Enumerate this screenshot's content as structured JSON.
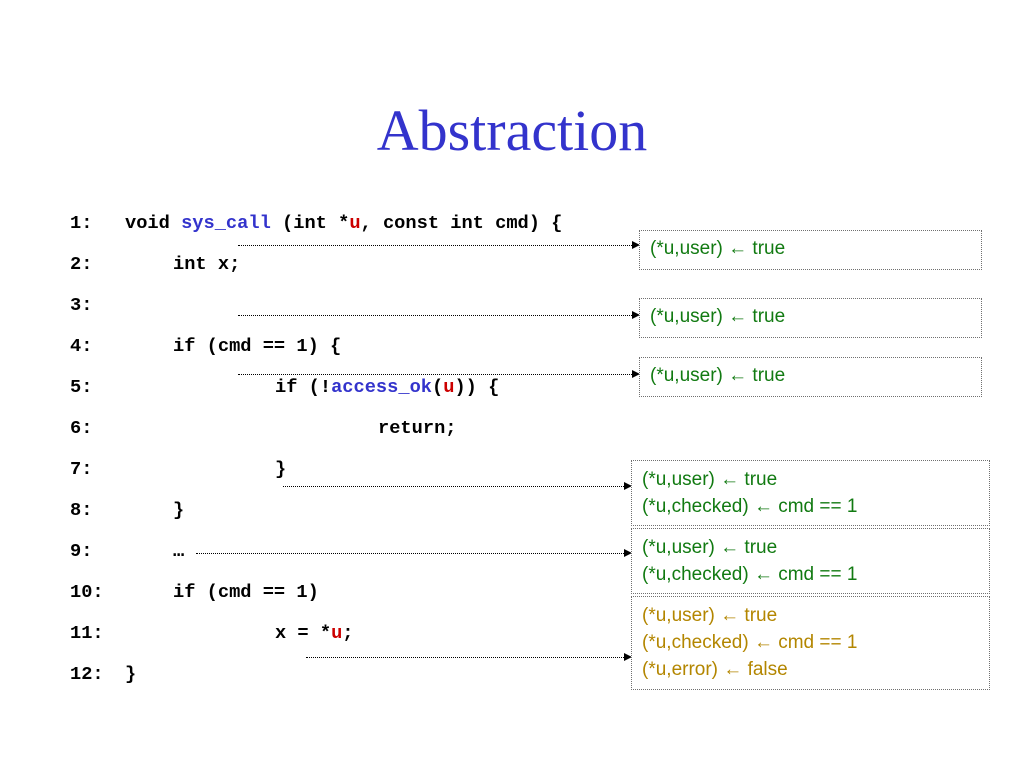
{
  "title": "Abstraction",
  "code": {
    "line_numbers": [
      "1:",
      "2:",
      "3:",
      "4:",
      "5:",
      "6:",
      "7:",
      "8:",
      "9:",
      "10:",
      "11:",
      "12:"
    ],
    "line1": {
      "a": "void ",
      "fn": "sys_call",
      "b": " (int *",
      "u": "u",
      "c": ", const int cmd) {"
    },
    "line2": "int x;",
    "line4": "if (cmd == 1) {",
    "line5": {
      "a": "if (!",
      "fn": "access_ok",
      "b": "(",
      "u": "u",
      "c": ")) {"
    },
    "line6": "return;",
    "line7": "}",
    "line8": "}",
    "line9": "…",
    "line10": "if (cmd == 1)",
    "line11": {
      "a": "x = *",
      "u": "u",
      "c": ";"
    },
    "line12": "}"
  },
  "predicates": [
    {
      "lines": [
        "(*u,user) ← true"
      ]
    },
    {
      "lines": [
        "(*u,user) ← true"
      ]
    },
    {
      "lines": [
        "(*u,user) ← true"
      ]
    },
    {
      "lines": [
        "(*u,user) ← true",
        "(*u,checked) ← cmd == 1"
      ]
    },
    {
      "lines": [
        "(*u,user) ← true",
        "(*u,checked) ← cmd == 1"
      ]
    },
    {
      "lines": [
        "(*u,user) ← true",
        "(*u,checked) ← cmd == 1",
        "(*u,error) ← false"
      ]
    }
  ],
  "colors": {
    "title": "#3333cc",
    "identifier": "#3333cc",
    "pointer": "#cc0000",
    "predicate_green": "#117a11",
    "predicate_gold": "#b38600"
  }
}
